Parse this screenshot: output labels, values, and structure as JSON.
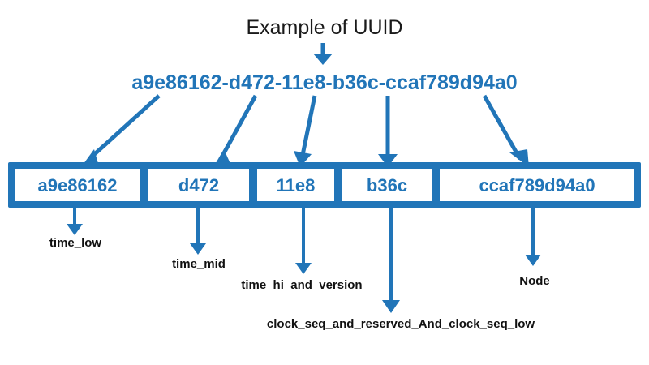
{
  "diagram": {
    "title": "Example of UUID",
    "uuid": "a9e86162-d472-11e8-b36c-ccaf789d94a0",
    "accent_color": "#2175b8",
    "title_color": "#1a1a1a",
    "caption_color": "#111111",
    "background_color": "#ffffff",
    "fields": [
      {
        "value": "a9e86162",
        "caption": "time_low"
      },
      {
        "value": "d472",
        "caption": "time_mid"
      },
      {
        "value": "11e8",
        "caption": "time_hi_and_version"
      },
      {
        "value": "b36c",
        "caption": "clock_seq_and_reserved_And_clock_seq_low"
      },
      {
        "value": "ccaf789d94a0",
        "caption": "Node"
      }
    ]
  }
}
